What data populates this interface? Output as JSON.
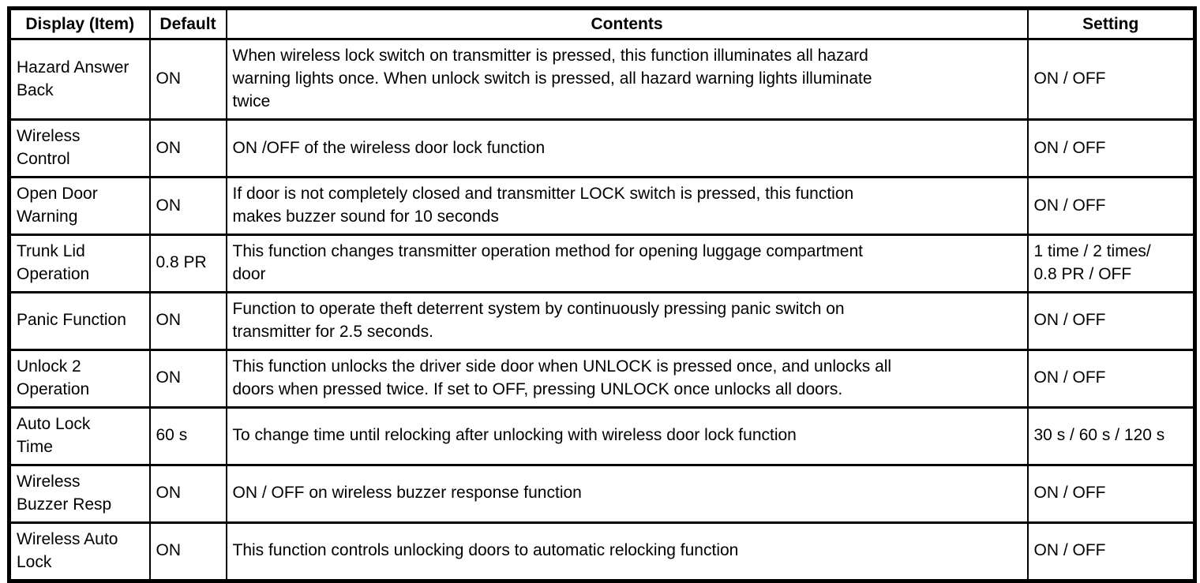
{
  "colors": {
    "border": "#000000",
    "text": "#000000",
    "background": "#ffffff"
  },
  "table": {
    "headers": [
      "Display (Item)",
      "Default",
      "Contents",
      "Setting"
    ],
    "rows": [
      {
        "item": "Hazard Answer\nBack",
        "default": "ON",
        "contents": "When wireless lock switch on transmitter is pressed, this function illuminates all hazard\nwarning lights once. When unlock switch is pressed, all hazard warning lights illuminate\ntwice",
        "setting": "ON / OFF"
      },
      {
        "item": "Wireless\nControl",
        "default": "ON",
        "contents": "ON /OFF of the wireless door lock function",
        "setting": "ON / OFF"
      },
      {
        "item": "Open Door\nWarning",
        "default": "ON",
        "contents": "If door is not completely closed and transmitter LOCK switch is pressed, this function\nmakes buzzer sound for 10 seconds",
        "setting": "ON / OFF"
      },
      {
        "item": "Trunk Lid\nOperation",
        "default": "0.8 PR",
        "contents": "This function changes transmitter operation method for opening luggage compartment\ndoor",
        "setting": "1 time / 2 times/\n0.8 PR / OFF"
      },
      {
        "item": "Panic Function",
        "default": "ON",
        "contents": "Function to operate theft deterrent system by continuously pressing panic switch on\ntransmitter for 2.5 seconds.",
        "setting": "ON / OFF"
      },
      {
        "item": "Unlock 2\nOperation",
        "default": "ON",
        "contents": "This function unlocks the driver side door when UNLOCK is pressed once, and unlocks all\ndoors when pressed twice. If set to OFF, pressing UNLOCK once unlocks all doors.",
        "setting": "ON / OFF"
      },
      {
        "item": "Auto Lock\nTime",
        "default": "60 s",
        "contents": "To change time until relocking after unlocking with wireless door lock function",
        "setting": "30 s / 60 s / 120 s"
      },
      {
        "item": "Wireless\nBuzzer Resp",
        "default": "ON",
        "contents": "ON / OFF on wireless buzzer response function",
        "setting": "ON / OFF"
      },
      {
        "item": "Wireless Auto\nLock",
        "default": "ON",
        "contents": "This function controls unlocking doors to automatic relocking function",
        "setting": "ON / OFF"
      }
    ]
  }
}
